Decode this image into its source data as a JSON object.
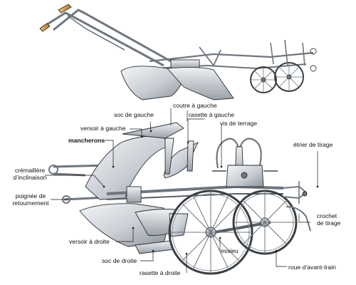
{
  "labels": {
    "soc_gauche": "soc de gauche",
    "coutre_gauche": "coutre à gauche",
    "rasette_gauche": "rasette à gauche",
    "versoir_gauche": "versoir à gauche",
    "vis_terrage": "vis de terrage",
    "mancherons": "mancherons",
    "etrier_tirage": "étrier de tirage",
    "cremaillere_line1": "crémaillère",
    "cremaillere_line2": "d’inclinaison",
    "poignee_line1": "poignée de",
    "poignee_line2": "retournement",
    "crochet_line1": "crochet",
    "crochet_line2": "de tirage",
    "versoir_droite": "versoir à droite",
    "essieu": "essieu",
    "soc_droite": "soc de droite",
    "rasette_droite": "rasette à droite",
    "roue_avant_train": "roue d’avant-train"
  },
  "colors": {
    "metal_light": "#e4e8ec",
    "metal_mid": "#b9bfc6",
    "metal_dark": "#7b828a",
    "outline": "#2b2f33",
    "handle_grip": "#d89a3c",
    "text": "#111111"
  }
}
